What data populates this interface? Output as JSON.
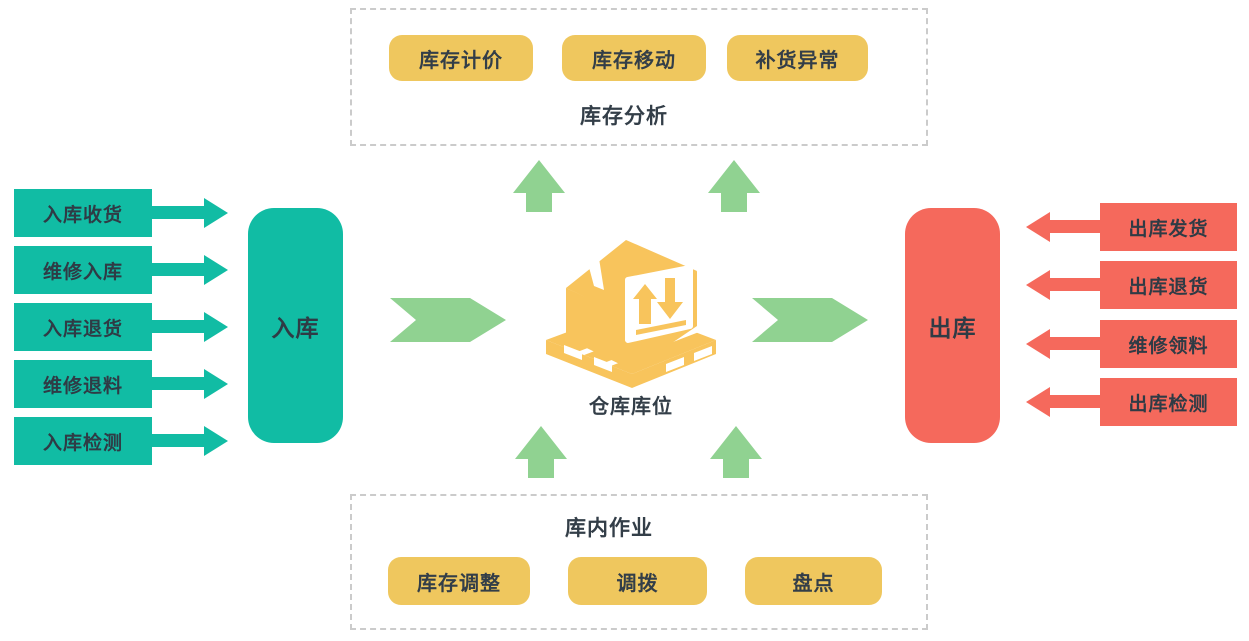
{
  "diagram": {
    "center": {
      "label": "仓库库位",
      "icon": "warehouse-pallet-box-icon"
    },
    "inbound": {
      "label": "入库",
      "sources": [
        "入库收货",
        "维修入库",
        "入库退货",
        "维修退料",
        "入库检测"
      ]
    },
    "outbound": {
      "label": "出库",
      "destinations": [
        "出库发货",
        "出库退货",
        "维修领料",
        "出库检测"
      ]
    },
    "inventory_analysis": {
      "title": "库存分析",
      "items": [
        "库存计价",
        "库存移动",
        "补货异常"
      ]
    },
    "warehouse_operations": {
      "title": "库内作业",
      "items": [
        "库存调整",
        "调拨",
        "盘点"
      ]
    },
    "colors": {
      "teal": "#11BCA4",
      "salmon": "#F5695C",
      "yellow": "#EFC75E",
      "icon_yellow": "#F8C45C",
      "green_arrow": "#90D291",
      "text": "#333E48",
      "dashed_border": "#CBCBCB"
    }
  }
}
